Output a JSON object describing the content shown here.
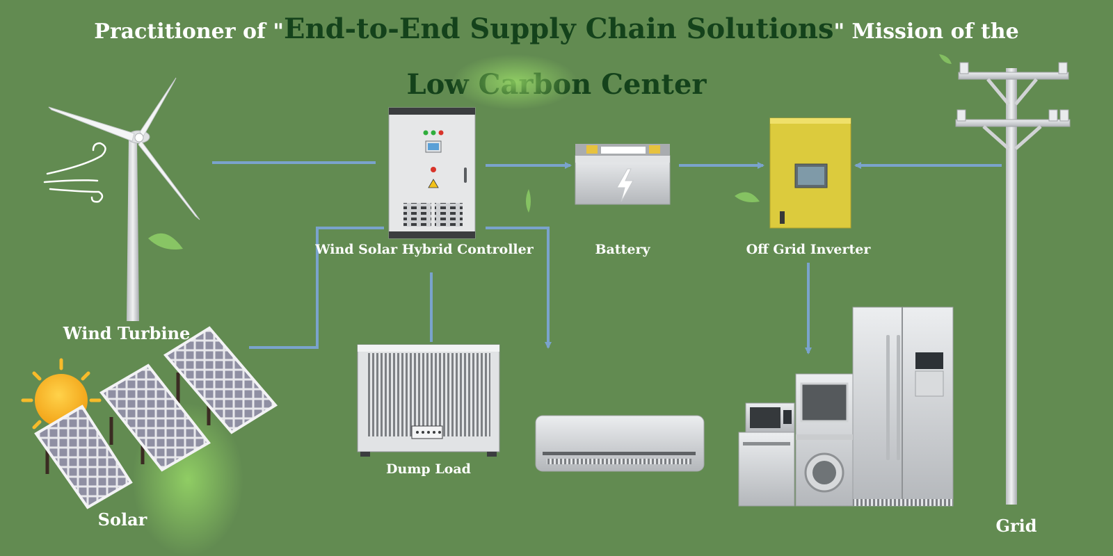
{
  "title": {
    "prefix": "Practitioner of \"",
    "highlight": "End-to-End Supply Chain Solutions",
    "suffix": "\" Mission of the",
    "line2": "Low Carbon Center"
  },
  "labels": {
    "wind_turbine": "Wind Turbine",
    "solar": "Solar",
    "controller": "Wind Solar Hybrid Controller",
    "battery": "Battery",
    "inverter": "Off Grid Inverter",
    "dump_load": "Dump Load",
    "grid": "Grid"
  },
  "colors": {
    "background": "#628b51",
    "title_highlight": "#14421b",
    "connector": "#7aa3cc",
    "label": "#ffffff"
  }
}
